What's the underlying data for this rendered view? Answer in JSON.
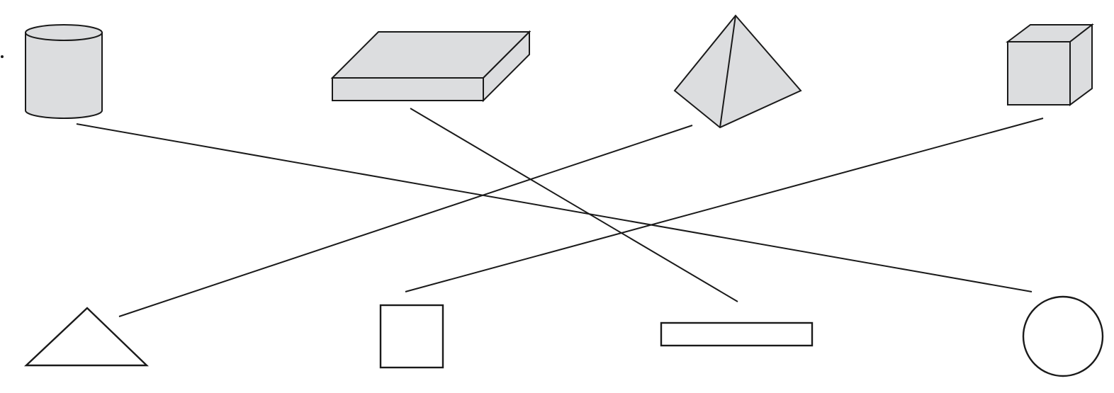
{
  "colors": {
    "stroke": "#1a1a1a",
    "solid_fill": "#dcdddf",
    "background": "#ffffff"
  },
  "solids": [
    {
      "id": "cylinder",
      "name": "cylinder-solid"
    },
    {
      "id": "slab",
      "name": "rectangular-prism-solid"
    },
    {
      "id": "pyramid",
      "name": "triangular-pyramid-solid"
    },
    {
      "id": "cube",
      "name": "cube-solid"
    }
  ],
  "plane_shapes": [
    {
      "id": "triangle",
      "name": "triangle-shape"
    },
    {
      "id": "square",
      "name": "square-shape"
    },
    {
      "id": "rectangle",
      "name": "rectangle-shape"
    },
    {
      "id": "circle",
      "name": "circle-shape"
    }
  ],
  "matches": [
    {
      "from": "cylinder",
      "to": "circle"
    },
    {
      "from": "slab",
      "to": "rectangle"
    },
    {
      "from": "pyramid",
      "to": "triangle"
    },
    {
      "from": "cube",
      "to": "square"
    }
  ]
}
